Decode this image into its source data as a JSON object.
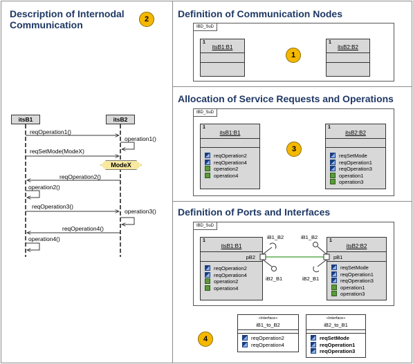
{
  "panels": {
    "p1": {
      "title": "Description of Internodal Communication",
      "badge": "2"
    },
    "p2": {
      "title": "Definition of Communication Nodes",
      "badge": "1",
      "bdd": "IBD_SuD",
      "blocks": [
        {
          "mult": "1",
          "name": "itsB1:B1"
        },
        {
          "mult": "1",
          "name": "itsB2:B2"
        }
      ]
    },
    "p3": {
      "title": "Allocation of Service Requests and Operations",
      "badge": "3",
      "bdd": "IBD_SuD",
      "blocks": [
        {
          "mult": "1",
          "name": "itsB1:B1",
          "ops": [
            {
              "name": "reqOperation2",
              "kind": "svc"
            },
            {
              "name": "reqOperation4",
              "kind": "svc"
            },
            {
              "name": "operation2",
              "kind": "opn"
            },
            {
              "name": "operation4",
              "kind": "opn"
            }
          ]
        },
        {
          "mult": "1",
          "name": "itsB2:B2",
          "ops": [
            {
              "name": "reqSetMode",
              "kind": "svc"
            },
            {
              "name": "reqOperation1",
              "kind": "svc"
            },
            {
              "name": "reqOperation3",
              "kind": "svc"
            },
            {
              "name": "operation1",
              "kind": "opn"
            },
            {
              "name": "operation3",
              "kind": "opn"
            }
          ]
        }
      ]
    },
    "p4": {
      "title": "Definition of Ports and Interfaces",
      "badge": "4",
      "bdd": "IBD_SuD",
      "blocks": [
        {
          "mult": "1",
          "name": "itsB1:B1",
          "port": "pB2",
          "ops": [
            {
              "name": "reqOperation2",
              "kind": "svc"
            },
            {
              "name": "reqOperation4",
              "kind": "svc"
            },
            {
              "name": "operation2",
              "kind": "opn"
            },
            {
              "name": "operation4",
              "kind": "opn"
            }
          ]
        },
        {
          "mult": "1",
          "name": "itsB2:B2",
          "port": "pB1",
          "ops": [
            {
              "name": "reqSetMode",
              "kind": "svc"
            },
            {
              "name": "reqOperation1",
              "kind": "svc"
            },
            {
              "name": "reqOperation3",
              "kind": "svc"
            },
            {
              "name": "operation1",
              "kind": "opn"
            },
            {
              "name": "operation3",
              "kind": "opn"
            }
          ]
        }
      ],
      "port_labels": {
        "b1_provided": "iB1_B2",
        "b1_required": "iB2_B1",
        "b2_required": "iB1_B2",
        "b2_provided": "iB2_B1"
      },
      "interfaces": [
        {
          "stereotype": "«Interface»",
          "name": "iB1_to_B2",
          "ops": [
            "reqOperation2",
            "reqOperation4"
          ]
        },
        {
          "stereotype": "«Interface»",
          "name": "iB2_to_B1",
          "ops": [
            "reqSetMode",
            "reqOperation1",
            "reqOperation3"
          ]
        }
      ]
    }
  },
  "sequence": {
    "lifelines": [
      "itsB1",
      "itsB2"
    ],
    "messages": [
      "reqOperation1()",
      "operation1()",
      "reqSetMode(ModeX)",
      "reqOperation2()",
      "operation2()",
      "reqOperation3()",
      "operation3()",
      "reqOperation4()",
      "operation4()"
    ],
    "state": "ModeX"
  }
}
